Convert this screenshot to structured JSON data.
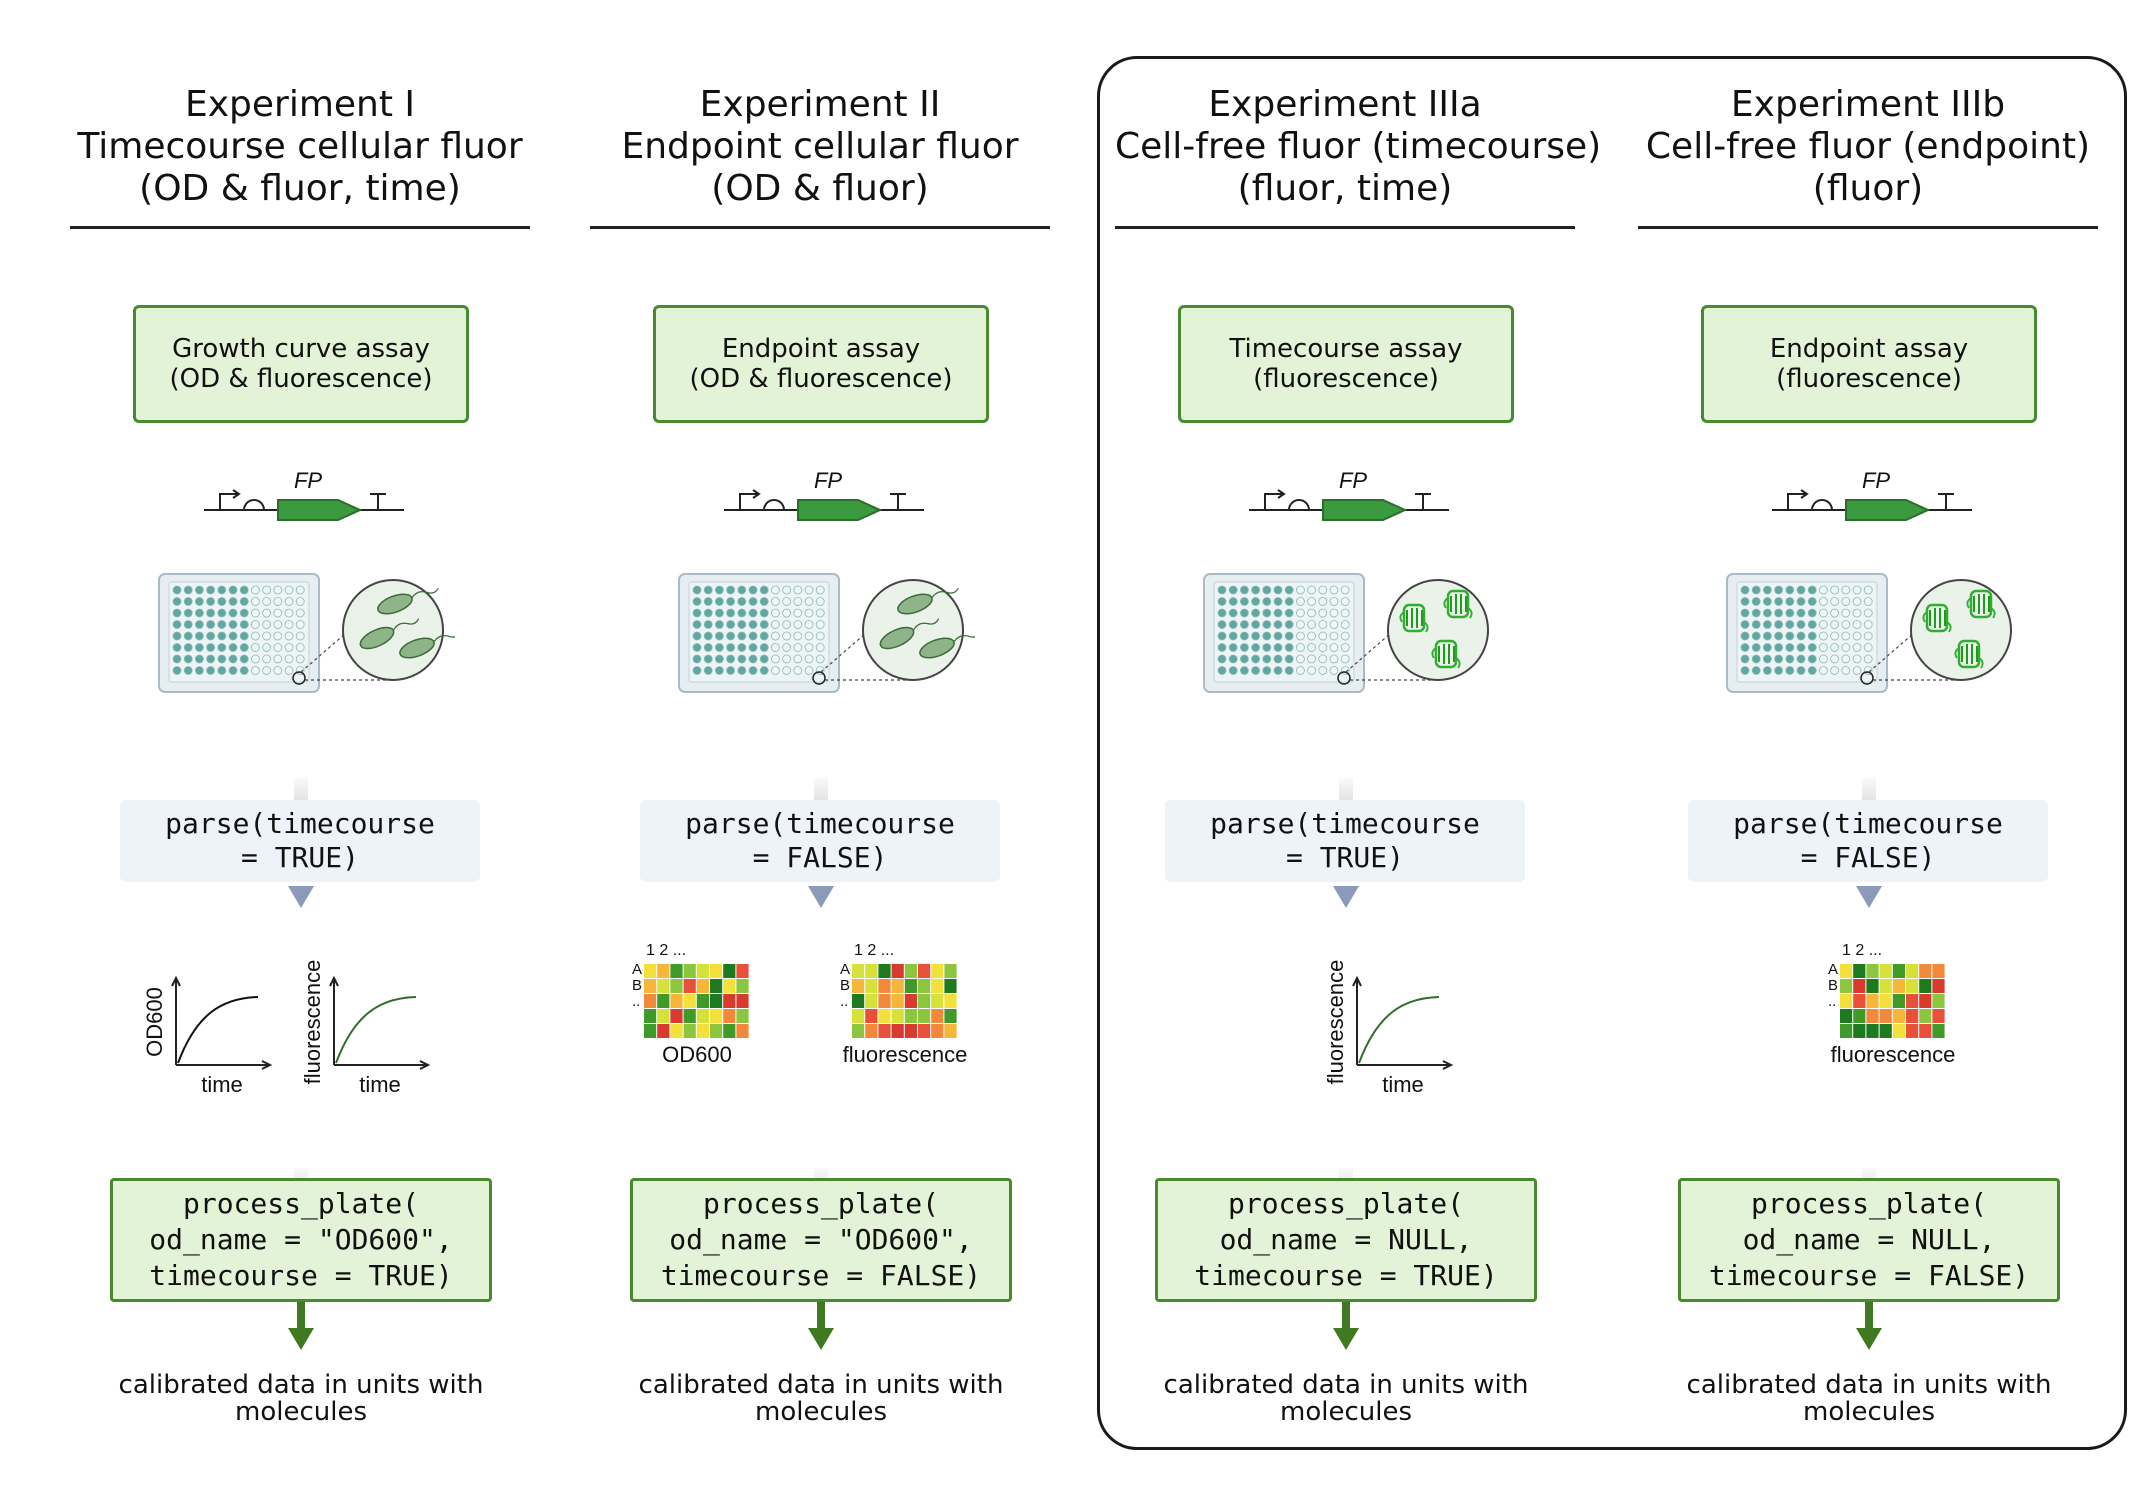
{
  "columns": [
    {
      "title_lines": [
        "Experiment I",
        "Timecourse cellular fluor",
        "(OD & fluor, time)"
      ],
      "assay_lines": [
        "Growth curve assay",
        "(OD & fluorescence)"
      ],
      "gene_label": "FP",
      "sample": "cells",
      "parse_lines": [
        "parse(timecourse",
        "= TRUE)"
      ],
      "output_type": "curves",
      "curve_labels": [
        {
          "y": "OD600",
          "x": "time"
        },
        {
          "y": "fluorescence",
          "x": "time"
        }
      ],
      "process_lines": [
        "process_plate(",
        "od_name = \"OD600\",",
        "timecourse = TRUE)"
      ],
      "result_lines": [
        "calibrated data in units with",
        "molecules"
      ]
    },
    {
      "title_lines": [
        "Experiment II",
        "Endpoint cellular fluor",
        "(OD & fluor)"
      ],
      "assay_lines": [
        "Endpoint assay",
        "(OD & fluorescence)"
      ],
      "gene_label": "FP",
      "sample": "cells",
      "parse_lines": [
        "parse(timecourse",
        "= FALSE)"
      ],
      "output_type": "heatmaps",
      "heatmaps": [
        {
          "label": "OD600",
          "col_header": "1 2 ...",
          "row_header": [
            "A",
            "B",
            ".."
          ]
        },
        {
          "label": "fluorescence",
          "col_header": "1 2 ...",
          "row_header": [
            "A",
            "B",
            ".."
          ]
        }
      ],
      "process_lines": [
        "process_plate(",
        "od_name = \"OD600\",",
        "timecourse = FALSE)"
      ],
      "result_lines": [
        "calibrated data in units with",
        "molecules"
      ]
    },
    {
      "title_lines": [
        "Experiment IIIa",
        "Cell-free fluor (timecourse)",
        "(fluor, time)"
      ],
      "assay_lines": [
        "Timecourse assay",
        "(fluorescence)"
      ],
      "gene_label": "FP",
      "sample": "protein",
      "parse_lines": [
        "parse(timecourse",
        "= TRUE)"
      ],
      "output_type": "curves",
      "curve_labels": [
        {
          "y": "fluorescence",
          "x": "time"
        }
      ],
      "process_lines": [
        "process_plate(",
        "od_name = NULL,",
        "timecourse = TRUE)"
      ],
      "result_lines": [
        "calibrated data in units with",
        "molecules"
      ]
    },
    {
      "title_lines": [
        "Experiment IIIb",
        "Cell-free fluor (endpoint)",
        "(fluor)"
      ],
      "assay_lines": [
        "Endpoint assay",
        "(fluorescence)"
      ],
      "gene_label": "FP",
      "sample": "protein",
      "parse_lines": [
        "parse(timecourse",
        "= FALSE)"
      ],
      "output_type": "heatmaps",
      "heatmaps": [
        {
          "label": "fluorescence",
          "col_header": "1 2 ...",
          "row_header": [
            "A",
            "B",
            ".."
          ]
        }
      ],
      "process_lines": [
        "process_plate(",
        "od_name = NULL,",
        "timecourse = FALSE)"
      ],
      "result_lines": [
        "calibrated data in units with",
        "molecules"
      ]
    }
  ],
  "colors": {
    "box_fill": "#e3f3d8",
    "box_border": "#4a8a2e",
    "parse_fill": "#eef3f9",
    "arrow_green": "#3f7a22",
    "arrow_gray_blue": "#8a9ab8",
    "gene_green": "#3b9a3f"
  }
}
